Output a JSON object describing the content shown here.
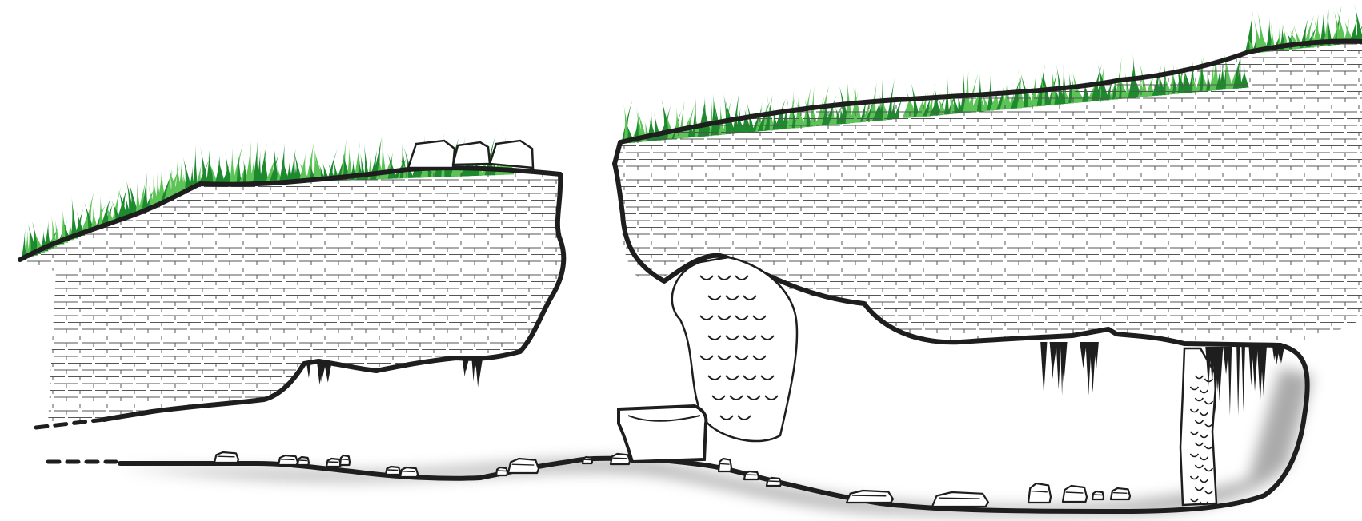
{
  "title": "",
  "labels": [],
  "parts": [
    {
      "id": "rock-mass-left",
      "kind": "limestone-bedrock"
    },
    {
      "id": "rock-mass-right",
      "kind": "limestone-bedrock"
    },
    {
      "id": "cave-passage",
      "kind": "cave-passage"
    },
    {
      "id": "collapse-doline",
      "kind": "sinkhole-opening"
    },
    {
      "id": "grass-surface",
      "kind": "vegetation"
    },
    {
      "id": "flowstone-mass",
      "kind": "flowstone"
    },
    {
      "id": "column",
      "kind": "column"
    },
    {
      "id": "stalactites",
      "kind": "stalactite",
      "count": 5
    },
    {
      "id": "breakdown-blocks",
      "kind": "rock-debris"
    },
    {
      "id": "boulder",
      "kind": "fallen-block"
    },
    {
      "id": "passage-continuation",
      "kind": "dashed-continuation"
    }
  ],
  "colors": {
    "outline": "#1e1e1e",
    "rock_fill": "#ffffff",
    "bedding_lines": "#4a4a4a",
    "grass_dark": "#1d8a2e",
    "grass_light": "#5cc456",
    "shadow": "#9a9a9a"
  },
  "icons": {
    "stalactite": "stalactite-icon",
    "rock": "rock-icon",
    "grass": "grass-icon"
  }
}
